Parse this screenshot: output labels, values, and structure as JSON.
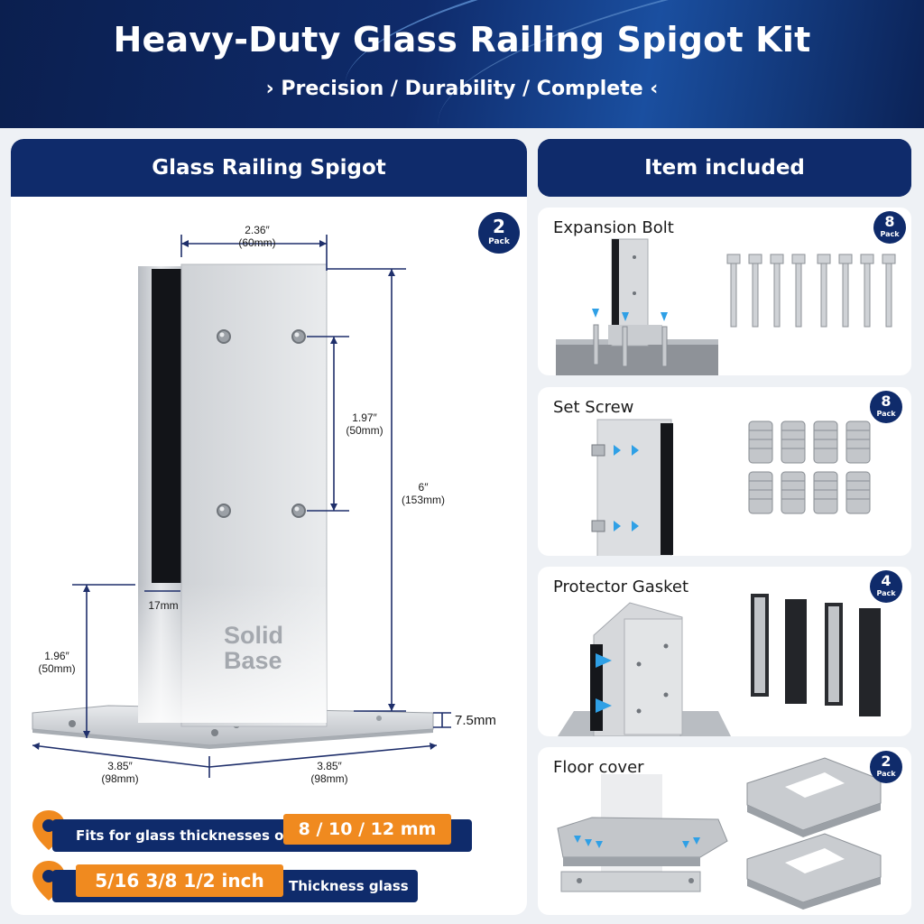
{
  "header": {
    "title": "Heavy-Duty Glass Railing Spigot Kit",
    "subtitle": "› Precision / Durability / Complete ‹"
  },
  "left_panel": {
    "title": "Glass Railing Spigot",
    "pack_count": "2",
    "pack_label": "Pack",
    "brand_line1": "Solid",
    "brand_line2": "Base",
    "dimensions": {
      "width_in": "2.36″",
      "width_mm": "(60mm)",
      "hole_spacing_in": "1.97″",
      "hole_spacing_mm": "(50mm)",
      "height_in": "6″",
      "height_mm": "(153mm)",
      "slot": "17mm",
      "base_height_in": "1.96″",
      "base_height_mm": "(50mm)",
      "plate_thickness": "7.5mm",
      "plate_depth_in": "3.85″",
      "plate_depth_mm": "(98mm)",
      "plate_width_in": "3.85″",
      "plate_width_mm": "(98mm)"
    },
    "fit_banner": {
      "label": "Fits for glass thicknesses of",
      "value": "8 / 10 / 12 mm"
    },
    "inch_banner": {
      "value": "5/16  3/8  1/2 inch",
      "label": "Thickness glass"
    }
  },
  "right_panel": {
    "title": "Item included",
    "pack_label": "Pack",
    "items": [
      {
        "name": "Expansion Bolt",
        "count": "8"
      },
      {
        "name": "Set Screw",
        "count": "8"
      },
      {
        "name": "Protector Gasket",
        "count": "4"
      },
      {
        "name": "Floor cover",
        "count": "2"
      }
    ]
  },
  "colors": {
    "navy": "#0f2b6b",
    "orange": "#f08a1f",
    "steel": "#c9ccd1"
  }
}
